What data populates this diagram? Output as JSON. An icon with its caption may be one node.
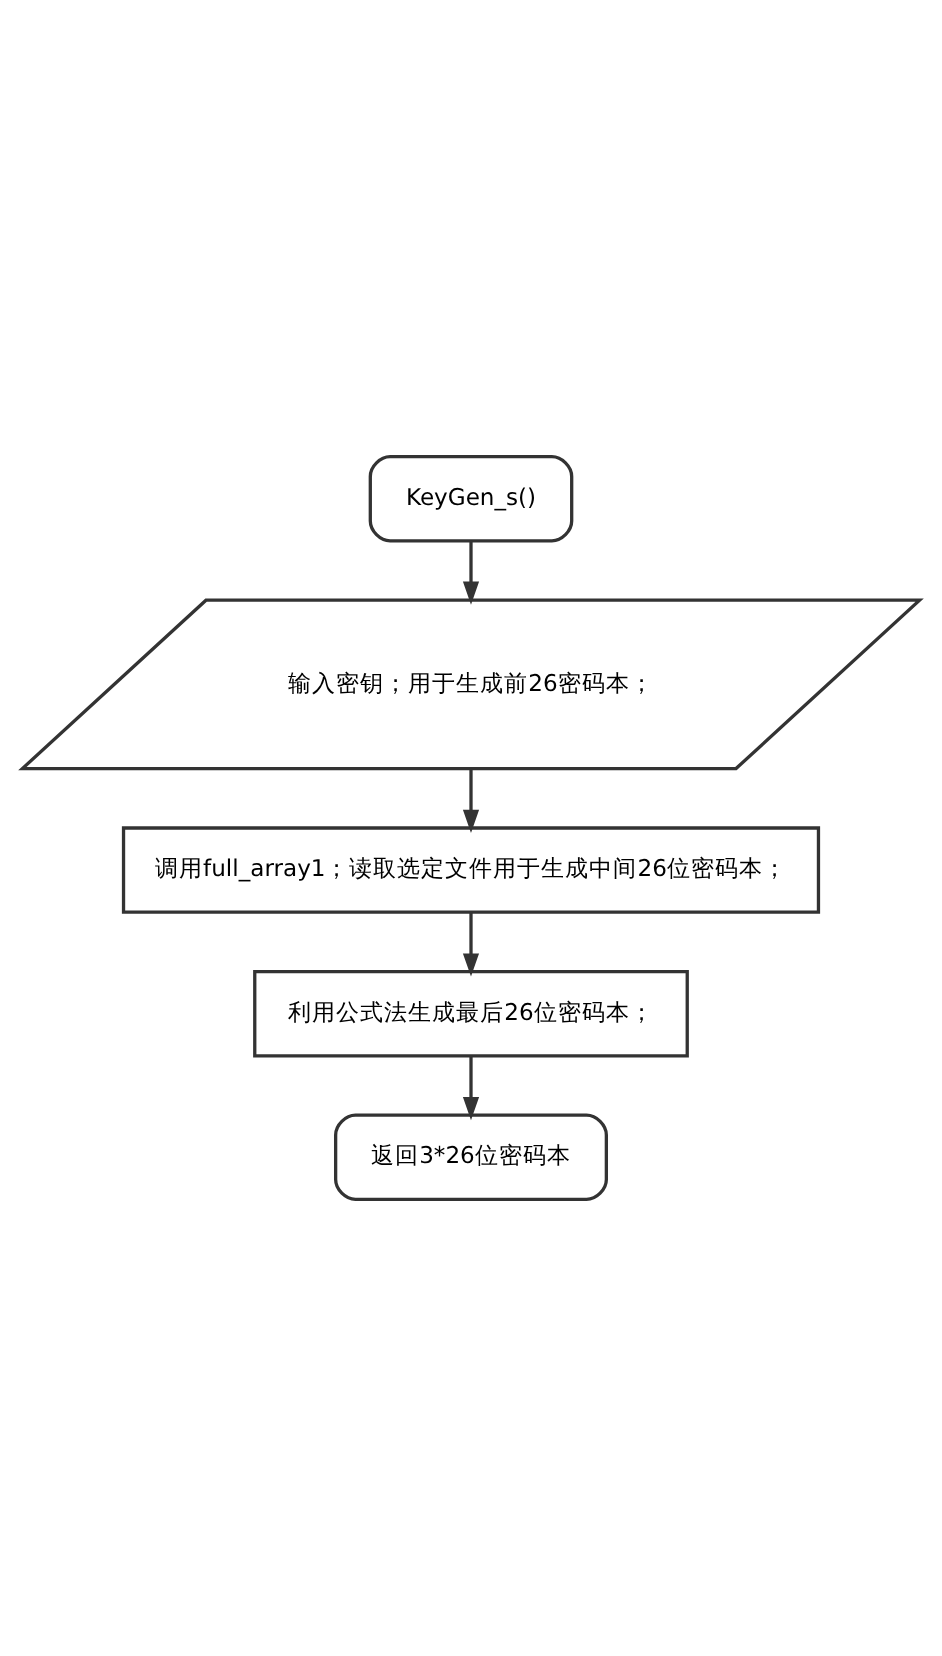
{
  "diagram": {
    "nodes": [
      {
        "text": [
          "KeyGen_s()"
        ]
      },
      {
        "text": [
          "输入密钥；用于生成前26密码本；"
        ]
      },
      {
        "text": [
          "调用full_array1；读取选定文件用于生成中间26位密码本；"
        ]
      },
      {
        "text": [
          "利用公式法生成最后26位密码本；"
        ]
      },
      {
        "text": [
          "返回3*26位密码本"
        ]
      }
    ],
    "edges": [
      {
        "from": 0,
        "to": 1,
        "arrow": "to"
      },
      {
        "from": 1,
        "to": 2,
        "arrow": "to"
      },
      {
        "from": 2,
        "to": 3,
        "arrow": "to"
      },
      {
        "from": 3,
        "to": 4,
        "arrow": "to"
      }
    ]
  }
}
